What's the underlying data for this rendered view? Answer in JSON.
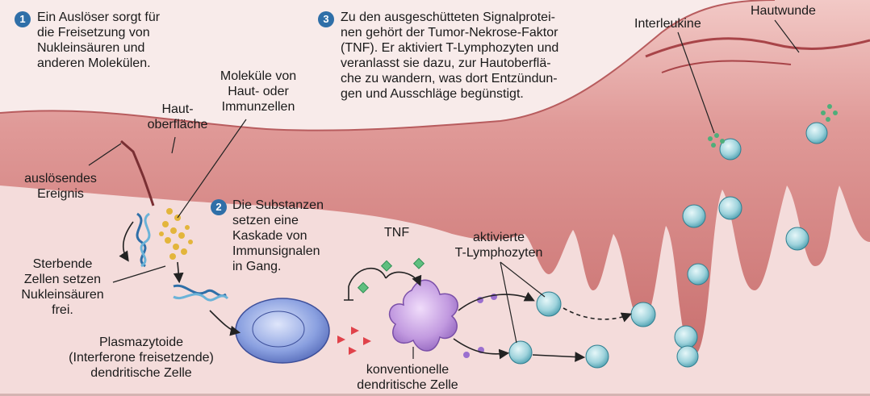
{
  "steps": [
    {
      "number": "1",
      "text": "Ein Auslöser sorgt für\ndie Freisetzung von\nNukleinsäuren und\nanderen Molekülen."
    },
    {
      "number": "2",
      "text": "Die Substanzen\nsetzen eine\nKaskade von\nImmunsignalen\nin Gang."
    },
    {
      "number": "3",
      "text": "Zu den ausgeschütteten Signalprotei-\nnen gehört der Tumor-Nekrose-Faktor\n(TNF). Er aktiviert T-Lymphozyten und\nveranlasst sie dazu, zur Hautoberflä-\nche zu wandern, was dort Entzündun-\ngen und Ausschläge begünstigt."
    }
  ],
  "labels": {
    "molecules": "Moleküle von\nHaut- oder\nImmunzellen",
    "skin_surface": "Haut-\noberfläche",
    "trigger_event": "auslösendes\nEreignis",
    "dying_cells": "Sterbende\nZellen setzen\nNukleinsäuren\nfrei.",
    "plasmacytoid": "Plasmazytoide\n(Interferone freisetzende)\ndendritische Zelle",
    "tnf": "TNF",
    "activated_t": "aktivierte\nT-Lymphozyten",
    "conventional_dc": "konventionelle\ndendritische Zelle",
    "interleukins": "Interleukine",
    "wound": "Hautwunde"
  },
  "colors": {
    "step_badge": "#2f6fa8",
    "background": "#f6e4e2",
    "epidermis": "#d98a8a",
    "t_cell": "#9fd3dc",
    "plasmacytoid_cell": "#6f86cf",
    "dendritic_cell": "#b48ad6",
    "tnf_marker": "#5fbf7f",
    "interferon_marker": "#e0424a"
  }
}
